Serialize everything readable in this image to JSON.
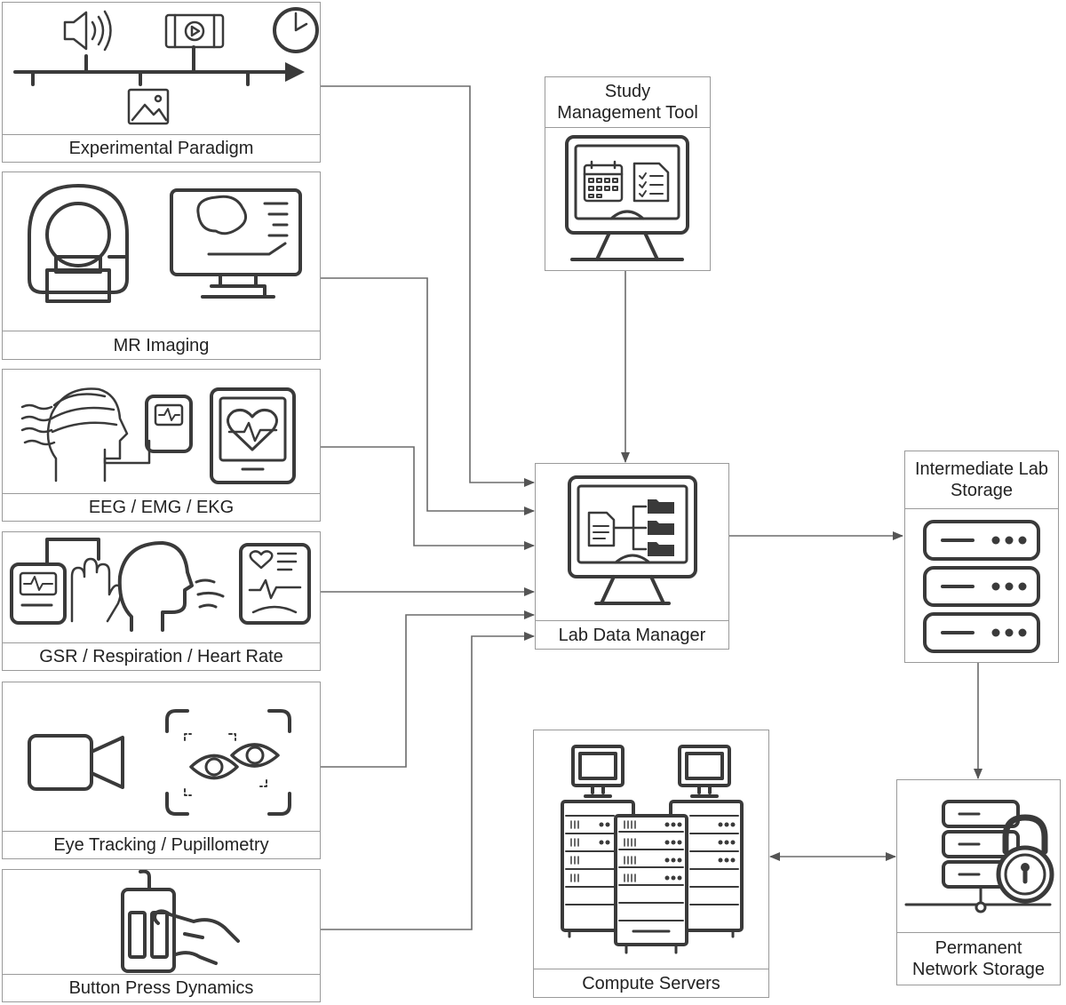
{
  "sources": {
    "experimental_paradigm": "Experimental Paradigm",
    "mr_imaging": "MR Imaging",
    "eeg_emg_ekg": "EEG / EMG / EKG",
    "gsr_resp_hr": "GSR / Respiration / Heart Rate",
    "eye_tracking": "Eye Tracking / Pupillometry",
    "button_press": "Button Press Dynamics"
  },
  "nodes": {
    "study_management": "Study\nManagement Tool",
    "lab_data_manager": "Lab Data Manager",
    "intermediate_storage": "Intermediate Lab\nStorage",
    "compute_servers": "Compute Servers",
    "permanent_storage": "Permanent\nNetwork Storage"
  },
  "colors": {
    "line": "#6b6b6b",
    "border": "#9a9a9a",
    "icon": "#3a3a3a"
  }
}
